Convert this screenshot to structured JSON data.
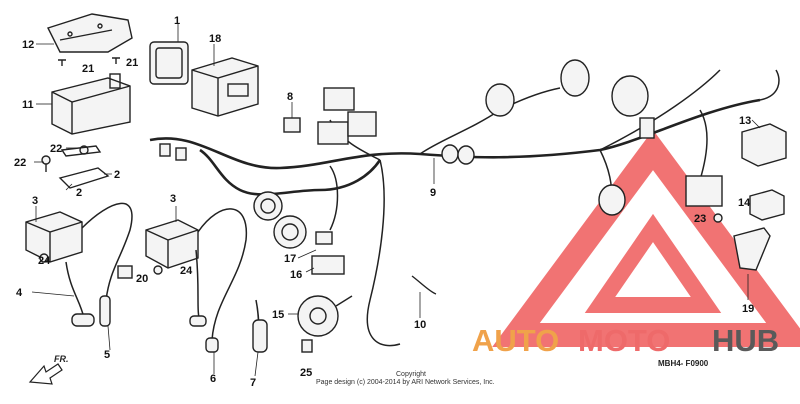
{
  "diagram": {
    "part_numbers": {
      "p1": "1",
      "p2a": "2",
      "p2b": "2",
      "p3a": "3",
      "p3b": "3",
      "p4": "4",
      "p5": "5",
      "p6": "6",
      "p7": "7",
      "p8": "8",
      "p9": "9",
      "p10": "10",
      "p11": "11",
      "p12": "12",
      "p13": "13",
      "p14": "14",
      "p15": "15",
      "p16": "16",
      "p17": "17",
      "p18": "18",
      "p19": "19",
      "p20": "20",
      "p21a": "21",
      "p21b": "21",
      "p22a": "22",
      "p22b": "22",
      "p23": "23",
      "p24a": "24",
      "p24b": "24",
      "p25": "25"
    },
    "direction_label": "FR.",
    "drawing_code": "MBH4- F0900",
    "copyright": "Copyright",
    "copyright_line": "Page design (c) 2004-2014 by ARI Network Services, Inc."
  },
  "watermark": {
    "part1": "AUTO",
    "part2": "MOTO",
    "part3": "HUB",
    "colors": {
      "auto": "#f0a24a",
      "moto": "#ee6a6a",
      "hub": "#5a5a5a",
      "triangle": "#ef5b5b"
    }
  }
}
